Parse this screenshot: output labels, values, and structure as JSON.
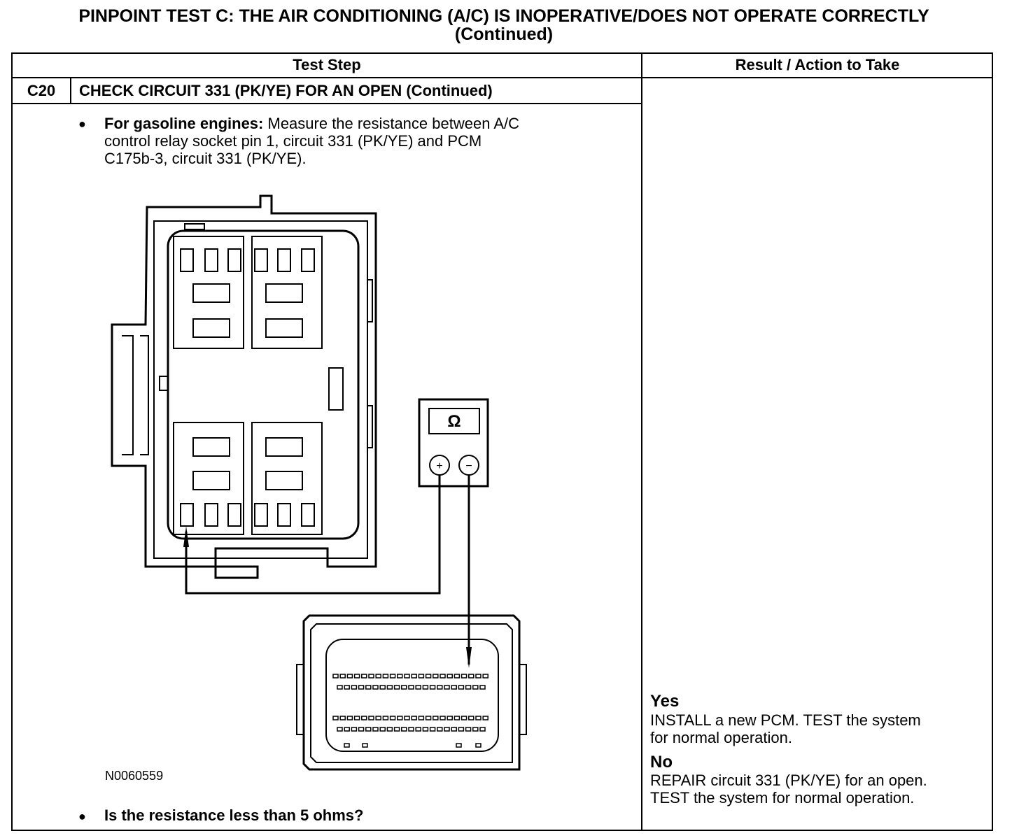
{
  "document": {
    "title_line1": "PINPOINT TEST C: THE AIR CONDITIONING (A/C) IS INOPERATIVE/DOES NOT OPERATE CORRECTLY",
    "title_line2": "(Continued)"
  },
  "table": {
    "col1_header": "Test Step",
    "col2_header": "Result / Action to Take",
    "step_id": "C20",
    "step_title": "CHECK CIRCUIT 331 (PK/YE) FOR AN OPEN (Continued)",
    "bullet1_bold": "For gasoline engines:",
    "bullet1_line1": " Measure the resistance between A/C",
    "bullet1_line2": "control relay socket pin 1, circuit 331 (PK/YE) and PCM",
    "bullet1_line3": "C175b-3, circuit 331 (PK/YE).",
    "figure_id": "N0060559",
    "meter_symbol": "Ω",
    "meter_plus": "+",
    "meter_minus": "−",
    "bullet2": "Is the resistance less than 5 ohms?",
    "yes_label": "Yes",
    "yes_line1": "INSTALL a new PCM. TEST the system",
    "yes_line2": "for normal operation.",
    "no_label": "No",
    "no_line1": "REPAIR circuit 331 (PK/YE) for an open.",
    "no_line2": "TEST the system for normal operation."
  },
  "icons": [
    "bullet-dot",
    "ohmmeter-icon",
    "relay-box-connector",
    "pcm-connector"
  ]
}
